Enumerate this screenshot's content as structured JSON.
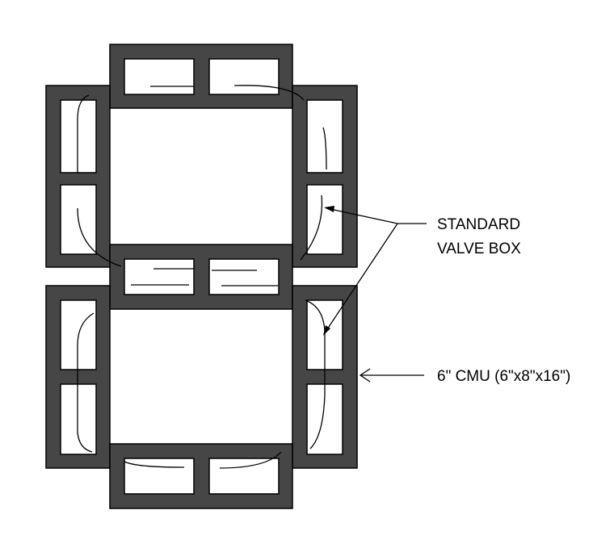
{
  "labels": {
    "valve_box_line1": "STANDARD",
    "valve_box_line2": "VALVE BOX",
    "cmu": "6\" CMU (6\"x8\"x16\")"
  },
  "colors": {
    "block_fill": "#464646",
    "line": "#000000",
    "background": "#ffffff"
  }
}
